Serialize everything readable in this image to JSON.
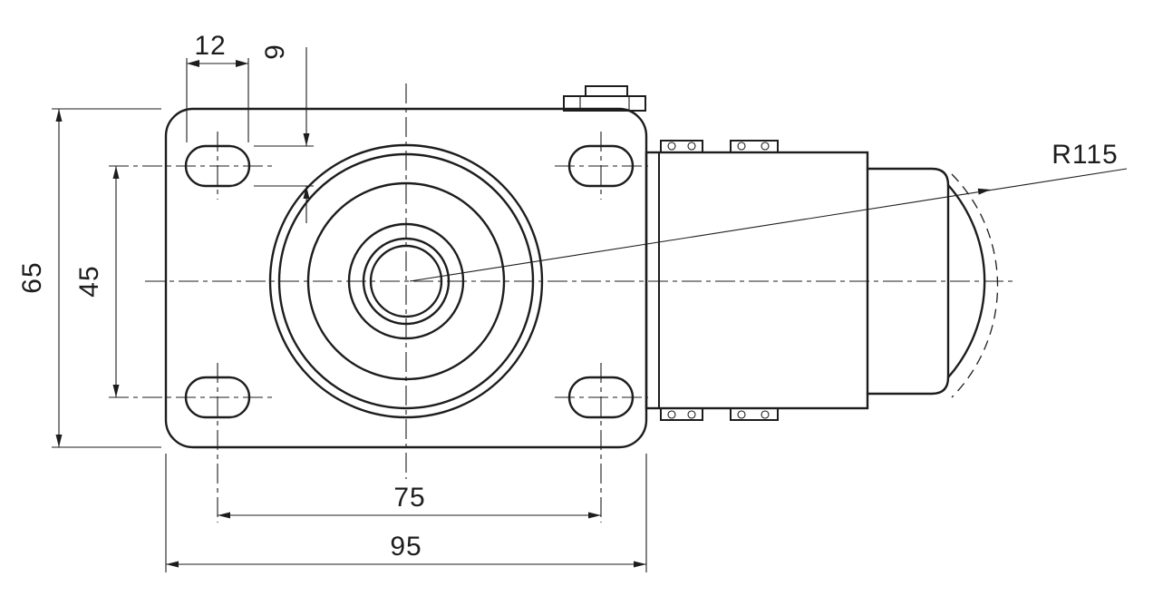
{
  "drawing": {
    "kind": "technical-drawing",
    "view": "swivel-caster-top-view",
    "ink_color": "#1d1d1d",
    "background_color": "#ffffff"
  },
  "dimensions": {
    "slot_width": {
      "label": "12"
    },
    "slot_height": {
      "label": "9"
    },
    "plate_depth": {
      "label": "65"
    },
    "hole_pitch_vertical": {
      "label": "45"
    },
    "hole_pitch_horizontal": {
      "label": "75"
    },
    "plate_width": {
      "label": "95"
    },
    "wheel_crown_radius": {
      "label": "R115"
    }
  }
}
